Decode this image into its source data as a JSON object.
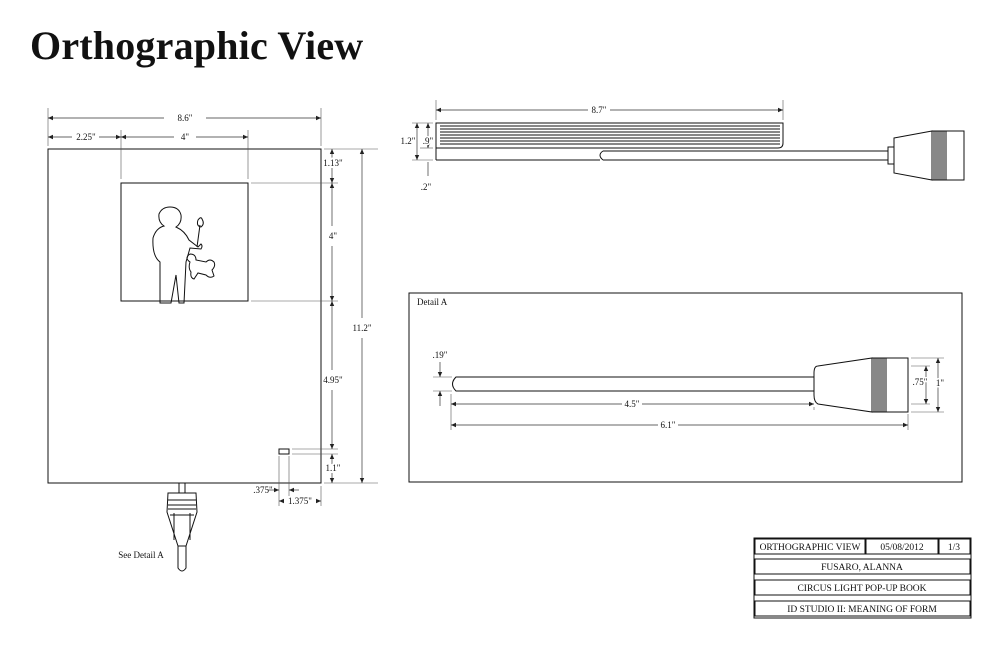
{
  "title": "Orthographic View",
  "front_view": {
    "dims": {
      "width": "8.6\"",
      "left_offset": "2.25\"",
      "window_width": "4\"",
      "top_gap": "1.13\"",
      "window_height": "4\"",
      "lower_gap": "4.95\"",
      "bottom_gap": "1.1\"",
      "height": "11.2\"",
      "slot_width": ".375\"",
      "slot_offset": "1.375\""
    },
    "detail_callout": "See Detail A"
  },
  "top_view": {
    "dims": {
      "length": "8.7\"",
      "thickness": "1.2\"",
      "inner": ".9\"",
      "rod": ".2\""
    }
  },
  "detail_a": {
    "label": "Detail A",
    "dims": {
      "rod_dia": ".19\"",
      "rod_length": "4.5\"",
      "total_length": "6.1\"",
      "cap_inner": ".75\"",
      "cap_outer": "1\""
    }
  },
  "title_block": {
    "view_name": "ORTHOGRAPHIC VIEW",
    "date": "05/08/2012",
    "sheet": "1/3",
    "author": "FUSARO, ALANNA",
    "project": "CIRCUS LIGHT POP-UP BOOK",
    "course": "ID STUDIO II: MEANING OF FORM"
  }
}
